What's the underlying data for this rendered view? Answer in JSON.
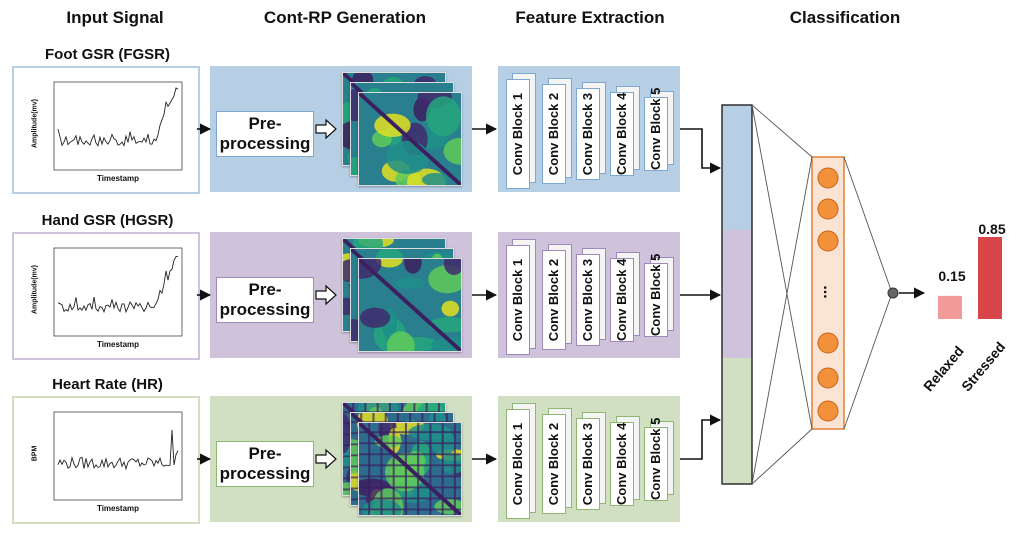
{
  "columns": {
    "input": "Input Signal",
    "rp": "Cont-RP Generation",
    "features": "Feature Extraction",
    "classification": "Classification"
  },
  "signals": [
    {
      "title": "Foot GSR (FGSR)",
      "ylabel": "Amplitude(mv)",
      "xlabel": "Timestamp",
      "panel_color": "#b7cfe4",
      "border_color": "#7ea8cf"
    },
    {
      "title": "Hand GSR (HGSR)",
      "ylabel": "Amplitude(mv)",
      "xlabel": "Timestamp",
      "panel_color": "#cfc3dc",
      "border_color": "#9f89ba"
    },
    {
      "title": "Heart Rate (HR)",
      "ylabel": "BPM",
      "xlabel": "Timestamp",
      "panel_color": "#d1dfc3",
      "border_color": "#8fb672"
    }
  ],
  "preprocessing_label_1": "Pre-",
  "preprocessing_label_2": "processing",
  "conv_blocks": [
    "Conv Block 1",
    "Conv Block 2",
    "Conv Block 3",
    "Conv Block 4",
    "Conv Block 5"
  ],
  "dense_dots": "...",
  "outputs": [
    {
      "label": "Relaxed",
      "value": "0.15",
      "color": "#f19a9a"
    },
    {
      "label": "Stressed",
      "value": "0.85",
      "color": "#d9464a"
    }
  ],
  "node_color": "#f2913a",
  "layer_border_color": "#e0813a"
}
